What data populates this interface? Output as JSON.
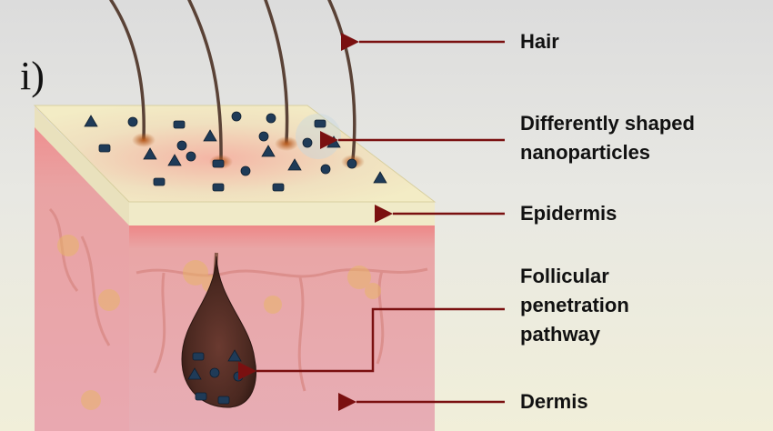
{
  "panel_label": "i)",
  "labels": {
    "hair": "Hair",
    "nanoparticles": [
      "Differently shaped",
      "nanoparticles"
    ],
    "epidermis": "Epidermis",
    "follicular": [
      "Follicular",
      "penetration",
      "pathway"
    ],
    "dermis": "Dermis"
  },
  "colors": {
    "arrow": "#7a1010",
    "skin_top": "#efe6b8",
    "skin_side": "#e59a9a",
    "particle": "#1f3b58"
  }
}
